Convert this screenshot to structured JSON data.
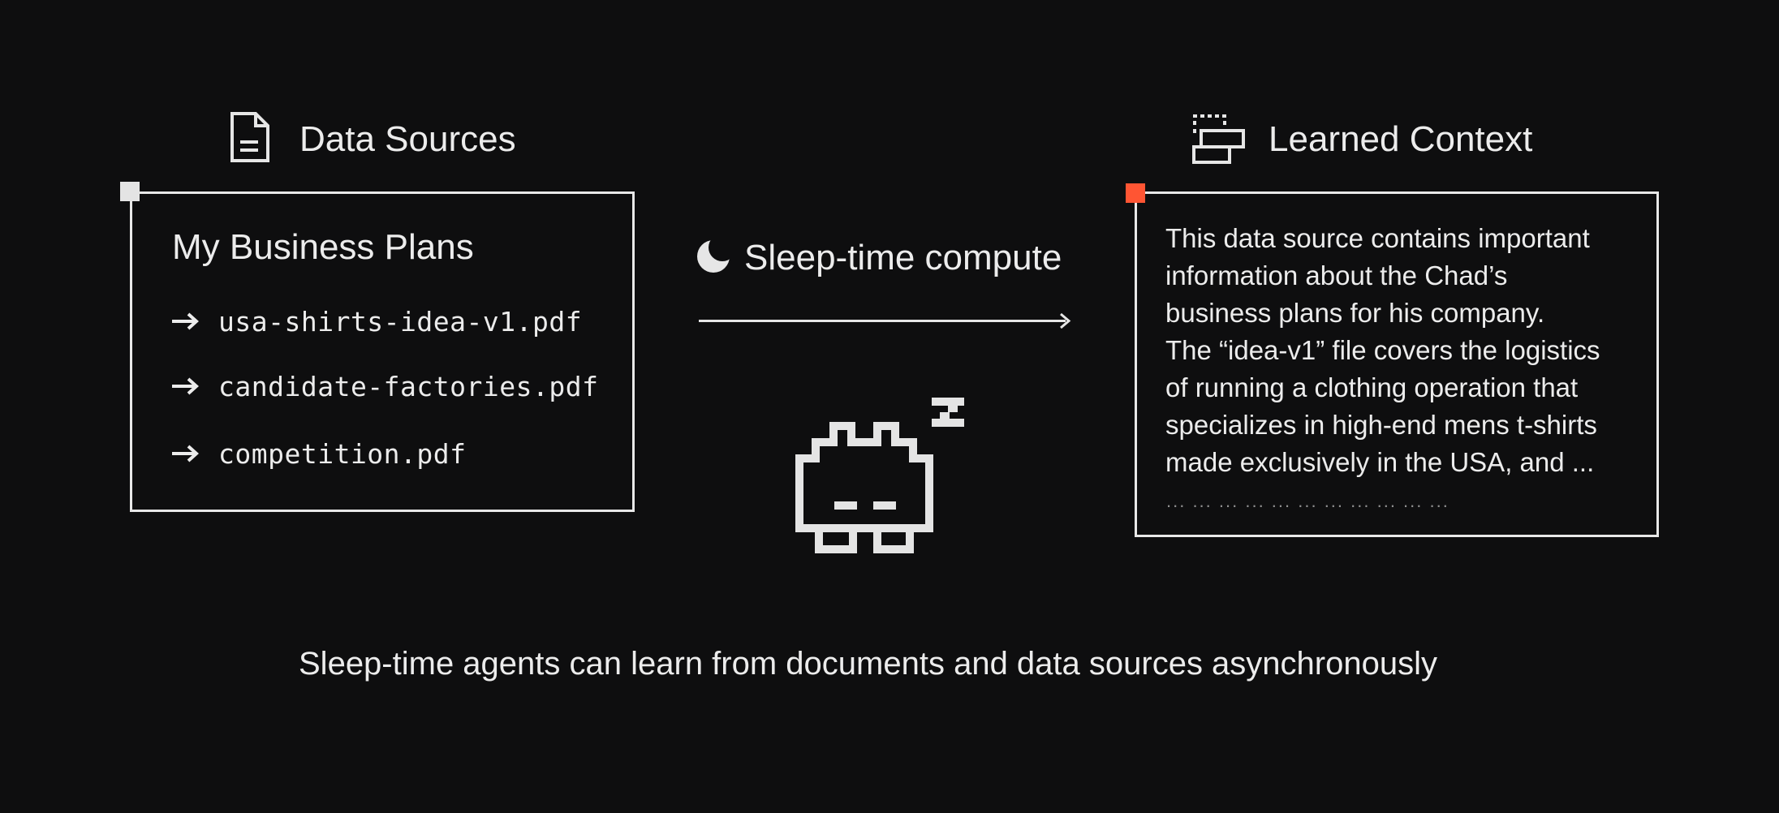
{
  "data_sources": {
    "title": "Data Sources",
    "icon": "document-icon",
    "box_title": "My Business Plans",
    "files": [
      {
        "name": "usa-shirts-idea-v1.pdf"
      },
      {
        "name": "candidate-factories.pdf"
      },
      {
        "name": "competition.pdf"
      }
    ],
    "corner_color": "#e4e4e4"
  },
  "sleep_compute": {
    "label": "Sleep-time compute",
    "icon": "moon-icon",
    "agent_icon": "sleeping-pixel-creature-icon"
  },
  "learned_context": {
    "title": "Learned Context",
    "icon": "stacked-blocks-icon",
    "corner_color": "#ff5533",
    "lines": [
      "This data source contains important",
      "information about the Chad’s",
      "business plans for his company.",
      "The “idea-v1” file covers the logistics",
      "of running a clothing operation that",
      "specializes in high-end mens t-shirts",
      "made exclusively in the USA, and ..."
    ],
    "trailing_dots": "... ... ... ... ... ... ... ... ... ... ..."
  },
  "caption": "Sleep-time agents can learn from documents and data sources asynchronously",
  "colors": {
    "background": "#0e0e0f",
    "foreground": "#ececec",
    "accent": "#ff5533"
  }
}
